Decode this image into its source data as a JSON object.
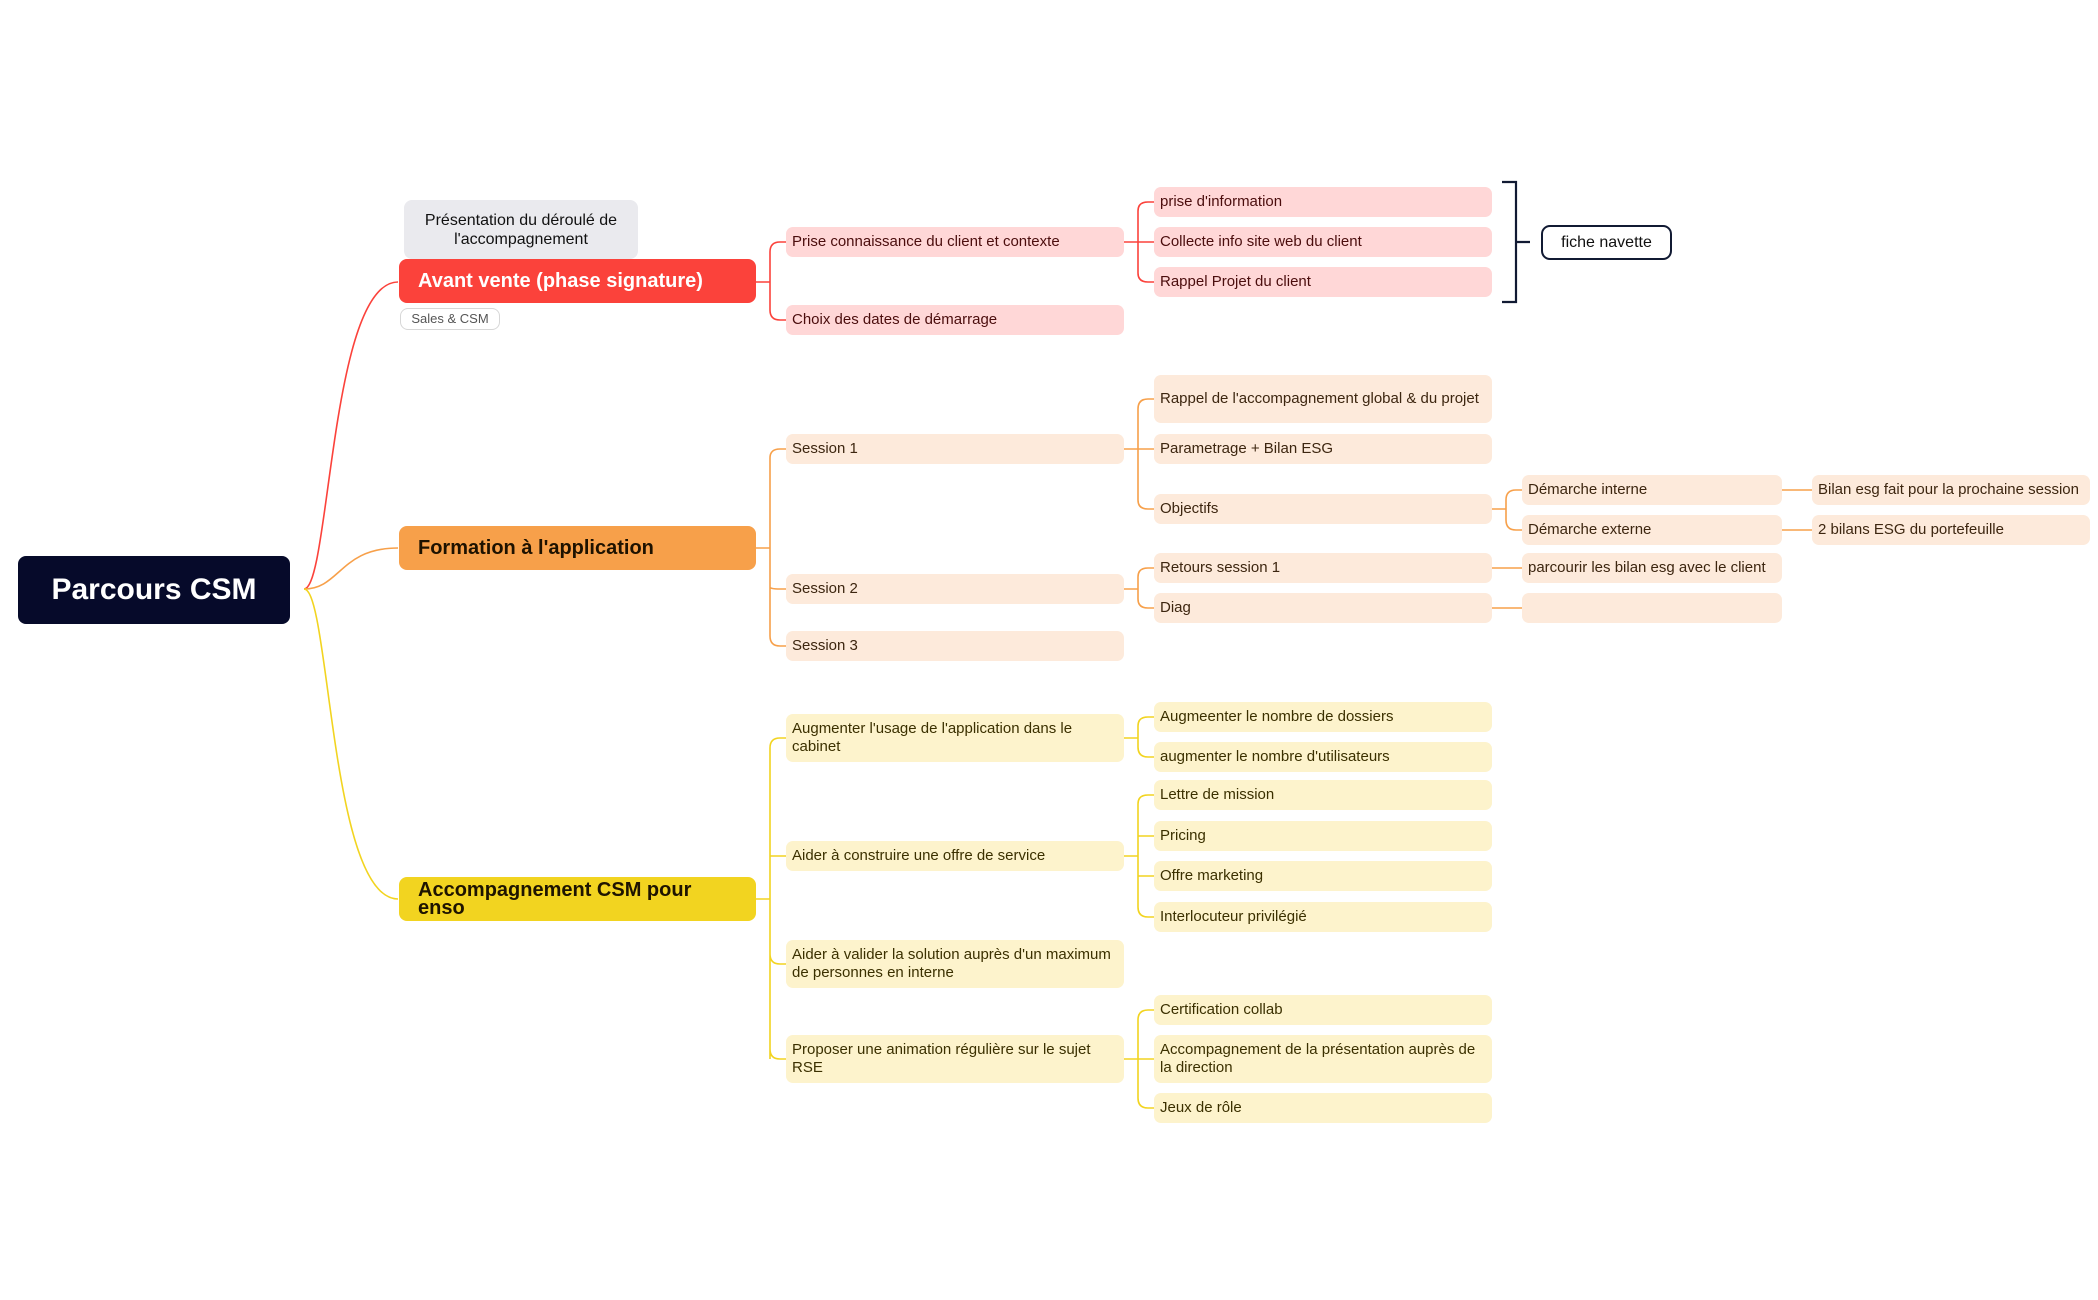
{
  "mindmap": {
    "root": "Parcours CSM",
    "branches": [
      {
        "label": "Avant vente (phase signature)",
        "note": "Présentation du déroulé de l'accompagnement",
        "tag": "Sales & CSM",
        "children": [
          {
            "label": "Prise connaissance du client et contexte",
            "children": [
              "prise d'information",
              "Collecte info site web du client",
              "Rappel Projet du client"
            ],
            "summary": "fiche navette"
          },
          {
            "label": "Choix des dates de démarrage"
          }
        ]
      },
      {
        "label": "Formation à l'application",
        "children": [
          {
            "label": "Session 1",
            "children": [
              "Rappel de l'accompagnement global & du projet",
              "Parametrage + Bilan ESG",
              {
                "label": "Objectifs",
                "children": [
                  {
                    "label": "Démarche interne",
                    "detail": "Bilan esg fait pour la prochaine session"
                  },
                  {
                    "label": "Démarche externe",
                    "detail": "2 bilans ESG du portefeuille"
                  }
                ]
              }
            ]
          },
          {
            "label": "Session 2",
            "children": [
              {
                "label": "Retours session 1",
                "detail": "parcourir les bilan esg avec le client"
              },
              {
                "label": "Diag",
                "detail": ""
              }
            ]
          },
          {
            "label": "Session 3"
          }
        ]
      },
      {
        "label": "Accompagnement CSM pour enso",
        "children": [
          {
            "label": "Augmenter l'usage de l'application dans le cabinet",
            "children": [
              "Augmeenter le nombre de dossiers",
              "augmenter le nombre d'utilisateurs"
            ]
          },
          {
            "label": "Aider à construire une offre de service",
            "children": [
              "Lettre de mission",
              "Pricing",
              "Offre marketing",
              "Interlocuteur privilégié"
            ]
          },
          {
            "label": "Aider à valider la solution auprès d'un maximum de personnes en interne"
          },
          {
            "label": "Proposer une animation régulière sur le sujet RSE",
            "children": [
              "Certification collab",
              "Accompagnement de la présentation auprès de la direction",
              "Jeux de rôle"
            ]
          }
        ]
      }
    ]
  },
  "colors": {
    "root": "#060a2a",
    "red": "#fb423b",
    "red_light": "#ffd7d7",
    "orange": "#f7a04a",
    "orange_light": "#fdeadb",
    "yellow": "#f2d420",
    "yellow_light": "#fdf3cc"
  }
}
